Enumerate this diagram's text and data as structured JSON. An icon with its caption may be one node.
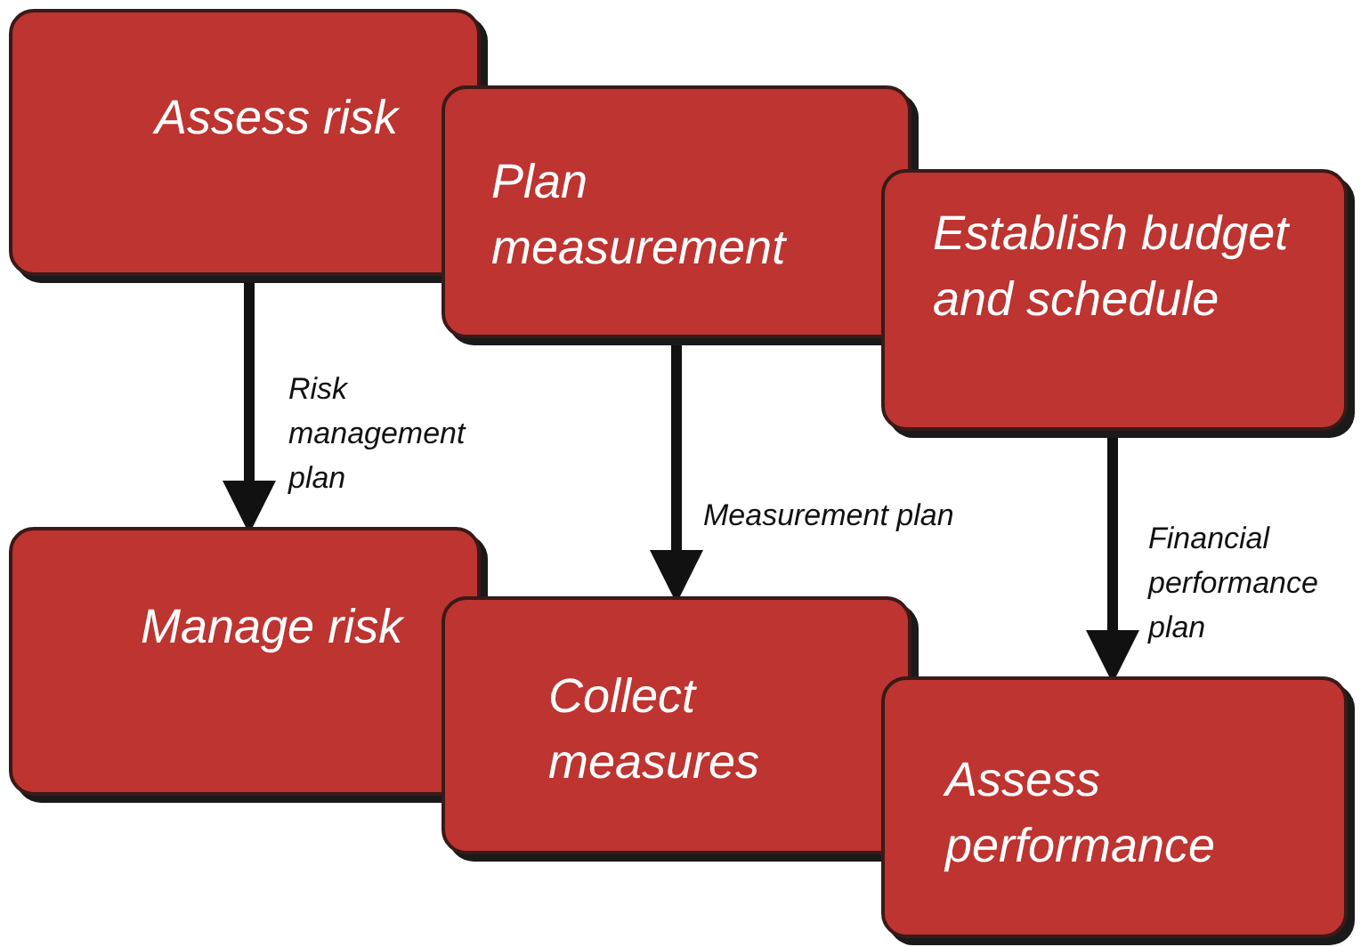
{
  "diagram": {
    "nodes": [
      {
        "text": [
          "Assess risk"
        ]
      },
      {
        "text": [
          "Plan measurement"
        ]
      },
      {
        "text": [
          "Establish budget and schedule"
        ]
      },
      {
        "text": [
          "Manage risk"
        ]
      },
      {
        "text": [
          "Collect measures"
        ]
      },
      {
        "text": [
          "Assess performance"
        ]
      }
    ],
    "edges": [
      {
        "from": 0,
        "to": 3,
        "arrow": "to",
        "label": "Risk management plan"
      },
      {
        "from": 1,
        "to": 4,
        "arrow": "to",
        "label": "Measurement plan"
      },
      {
        "from": 2,
        "to": 5,
        "arrow": "to",
        "label": "Financial performance plan"
      }
    ]
  }
}
